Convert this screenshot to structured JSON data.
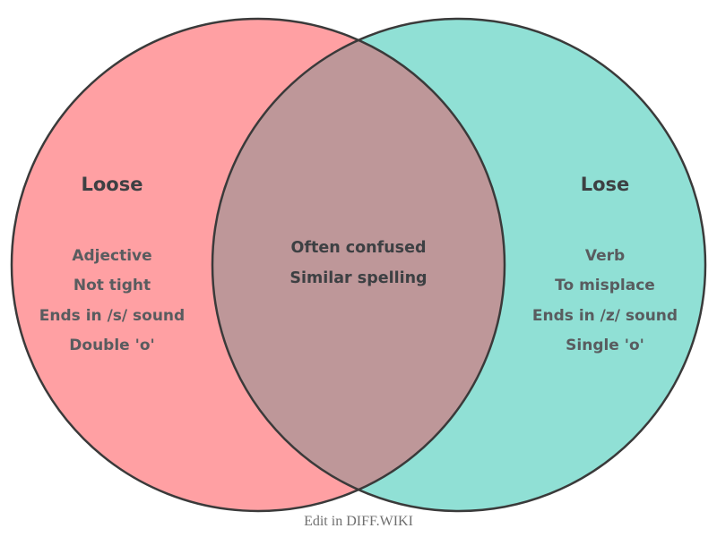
{
  "diagram": {
    "type": "venn",
    "left": {
      "title": "Loose",
      "items": [
        "Adjective",
        "Not tight",
        "Ends in /s/ sound",
        "Double 'o'"
      ],
      "color": "#FFA0A3"
    },
    "right": {
      "title": "Lose",
      "items": [
        "Verb",
        "To misplace",
        "Ends in /z/ sound",
        "Single 'o'"
      ],
      "color": "#90E0D5"
    },
    "intersection": {
      "items": [
        "Often confused",
        "Similar spelling"
      ],
      "color": "#BE9799"
    },
    "outline_color": "#3A3A3A",
    "caption": "Edit in DIFF.WIKI"
  }
}
